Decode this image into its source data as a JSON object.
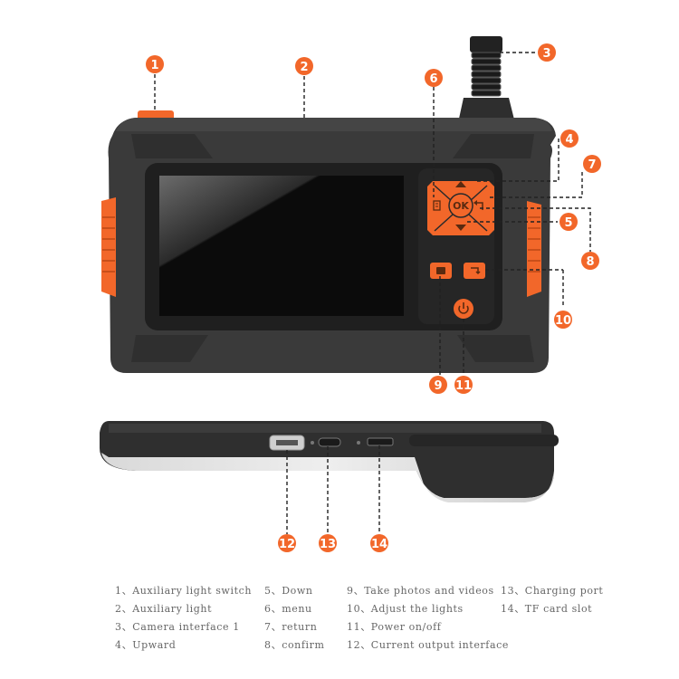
{
  "callouts": [
    "1",
    "2",
    "3",
    "4",
    "5",
    "6",
    "7",
    "8",
    "9",
    "10",
    "11",
    "12",
    "13",
    "14"
  ],
  "buttons": {
    "ok_label": "OK"
  },
  "legend": [
    "1、Auxiliary light switch",
    "2、Auxiliary light",
    "3、Camera interface 1",
    "4、Upward",
    "5、Down",
    "6、menu",
    "7、return",
    "8、confirm",
    "9、Take photos and videos",
    "10、Adjust the lights",
    "11、Power on/off",
    "12、Current output interface",
    "13、Charging port",
    "14、TF card slot"
  ],
  "colors": {
    "accent": "#f2672a",
    "body": "#3b3b3b",
    "body_dark": "#262626",
    "screen": "#0d0d0d",
    "text": "#666666"
  },
  "icons": [
    "up-arrow-icon",
    "down-arrow-icon",
    "menu-icon",
    "return-icon",
    "camera-icon",
    "light-icon",
    "power-icon"
  ]
}
